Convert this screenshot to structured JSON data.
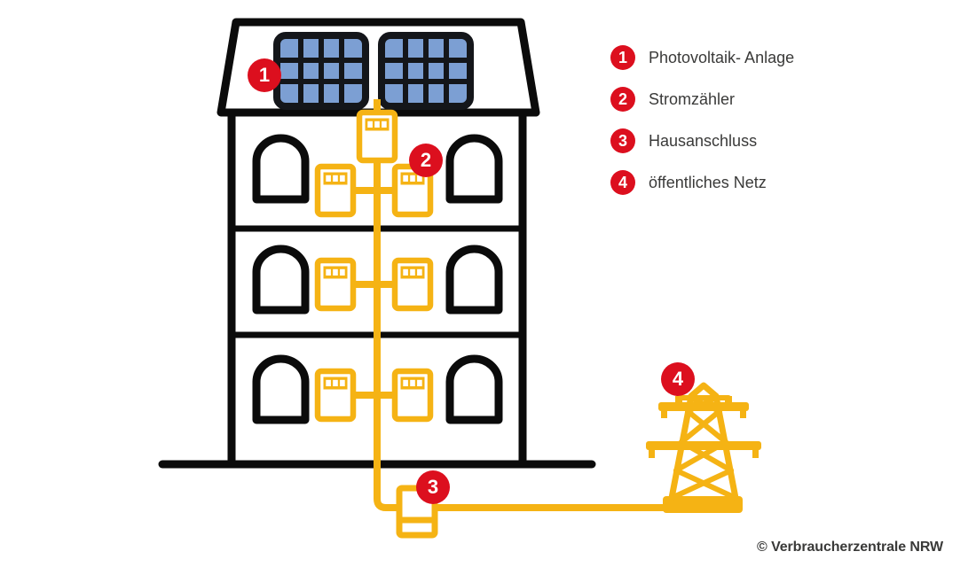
{
  "colors": {
    "yellow": "#F5B314",
    "red": "#DC0F1E",
    "blue": "#7C9FD3",
    "ink": "#0B0B0B",
    "frame": "#14161A",
    "text": "#3A3A39"
  },
  "legend": {
    "items": [
      {
        "number": "1",
        "label": "Photovoltaik- Anlage"
      },
      {
        "number": "2",
        "label": "Stromzähler"
      },
      {
        "number": "3",
        "label": "Hausanschluss"
      },
      {
        "number": "4",
        "label": "öffentliches Netz"
      }
    ]
  },
  "icons": {
    "solar_panel": "solar-panel-icon",
    "electricity_meter": "electricity-meter-icon",
    "apartment_house": "house-icon",
    "house_connection_box": "connection-box-icon",
    "power_pylon": "power-pylon-icon"
  },
  "footer": {
    "copyright": "© Verbraucherzentrale NRW"
  }
}
